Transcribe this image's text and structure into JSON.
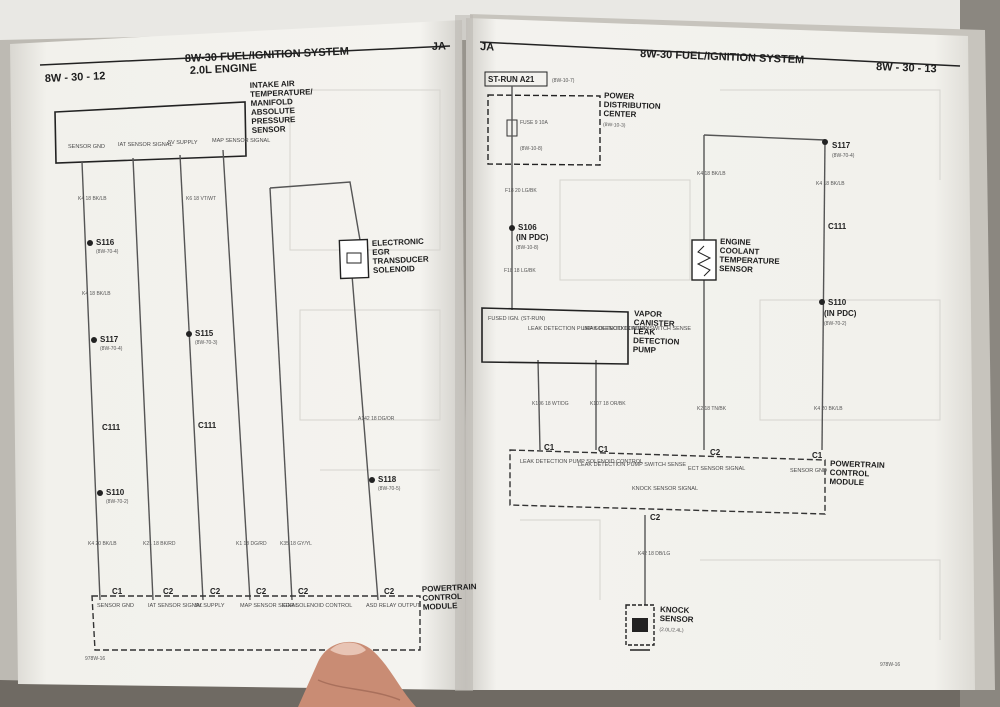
{
  "left_page": {
    "page_code": "8W - 30 - 12",
    "section_title": "8W-30 FUEL/IGNITION SYSTEM",
    "vehicle_code": "JA",
    "engine_title": "2.0L ENGINE",
    "footer_code": "978W-16",
    "map_sensor": {
      "name_lines": [
        "INTAKE AIR",
        "TEMPERATURE/",
        "MANIFOLD",
        "ABSOLUTE",
        "PRESSURE",
        "SENSOR"
      ],
      "pins": [
        "SENSOR GND",
        "IAT SENSOR SIGNAL",
        "5V SUPPLY",
        "MAP SENSOR SIGNAL"
      ]
    },
    "egr_solenoid": {
      "name_lines": [
        "ELECTRONIC",
        "EGR",
        "TRANSDUCER",
        "SOLENOID"
      ]
    },
    "splices": [
      {
        "id": "S116",
        "ref": "(8W-70-4)"
      },
      {
        "id": "S117",
        "ref": "(8W-70-4)"
      },
      {
        "id": "S115",
        "ref": "(8W-70-3)"
      },
      {
        "id": "C111",
        "ref": ""
      },
      {
        "id": "C111",
        "ref": ""
      },
      {
        "id": "S110",
        "ref": "(8W-70-2)"
      },
      {
        "id": "S118",
        "ref": "(8W-70-5)"
      }
    ],
    "wire_codes": [
      "K4 18 BK/LB",
      "K4 18 BK/LB",
      "K4 20 BK/LB",
      "K21 18 BK/RD",
      "K6 18 VT/WT",
      "K1 18 DG/RD",
      "K35 18 GY/YL",
      "A142 18 DG/OR"
    ],
    "pcm": {
      "name_lines": [
        "POWERTRAIN",
        "CONTROL",
        "MODULE"
      ],
      "connector": "C1",
      "connector2": "C2",
      "pins": [
        "SENSOR GND",
        "IAT SENSOR SIGNAL",
        "5V SUPPLY",
        "MAP SENSOR SIGNAL",
        "EGR SOLENOID CONTROL",
        "ASD RELAY OUTPUT"
      ]
    }
  },
  "right_page": {
    "page_code": "8W - 30 - 13",
    "section_title": "8W-30 FUEL/IGNITION SYSTEM",
    "vehicle_code": "JA",
    "footer_code": "978W-16",
    "st_run": {
      "label": "ST-RUN A21",
      "ref": "(8W-10-7)"
    },
    "pdc": {
      "name_lines": [
        "POWER",
        "DISTRIBUTION",
        "CENTER"
      ],
      "ref": "(8W-10-3)",
      "fuse": "FUSE 9 10A",
      "fuse_ref": "(8W-10-8)"
    },
    "ldp": {
      "name_lines": [
        "VAPOR",
        "CANISTER",
        "LEAK",
        "DETECTION",
        "PUMP"
      ],
      "pins": [
        "FUSED IGN. (ST-RUN)",
        "LEAK DETECTION PUMP SOLENOID CONTROL",
        "LEAK DETECTION PUMP SWITCH SENSE"
      ]
    },
    "ect": {
      "name_lines": [
        "ENGINE",
        "COOLANT",
        "TEMPERATURE",
        "SENSOR"
      ]
    },
    "splices": [
      {
        "id": "S106",
        "ref": "(IN PDC)",
        "ref2": "(8W-10-8)"
      },
      {
        "id": "S117",
        "ref": "(8W-70-4)"
      },
      {
        "id": "C111",
        "ref": ""
      },
      {
        "id": "S110",
        "ref": "(IN PDC)",
        "ref2": "(8W-70-2)"
      }
    ],
    "wire_codes": [
      "F18 20 LG/BK",
      "F18 18 LG/BK",
      "K106 18 WT/DG",
      "K107 18 OR/BK",
      "K4 18 BK/LB",
      "K2 18 TN/BK",
      "K4 18 BK/LB",
      "K4 20 BK/LB",
      "K42 18 DB/LG"
    ],
    "pcm": {
      "name_lines": [
        "POWERTRAIN",
        "CONTROL",
        "MODULE"
      ],
      "connector": "C1",
      "connector2": "C2",
      "pins": [
        "LEAK DETECTION PUMP SOLENOID CONTROL",
        "LEAK DETECTION PUMP SWITCH SENSE",
        "KNOCK SENSOR SIGNAL",
        "ECT SENSOR SIGNAL",
        "SENSOR GND"
      ]
    },
    "knock_sensor": {
      "name_lines": [
        "KNOCK",
        "SENSOR"
      ],
      "engine": "(2.0L/2.4L)"
    }
  },
  "colors": {
    "paper": "#f4f3ef",
    "ink": "#3a3a3a",
    "background": "#6f6a63"
  }
}
